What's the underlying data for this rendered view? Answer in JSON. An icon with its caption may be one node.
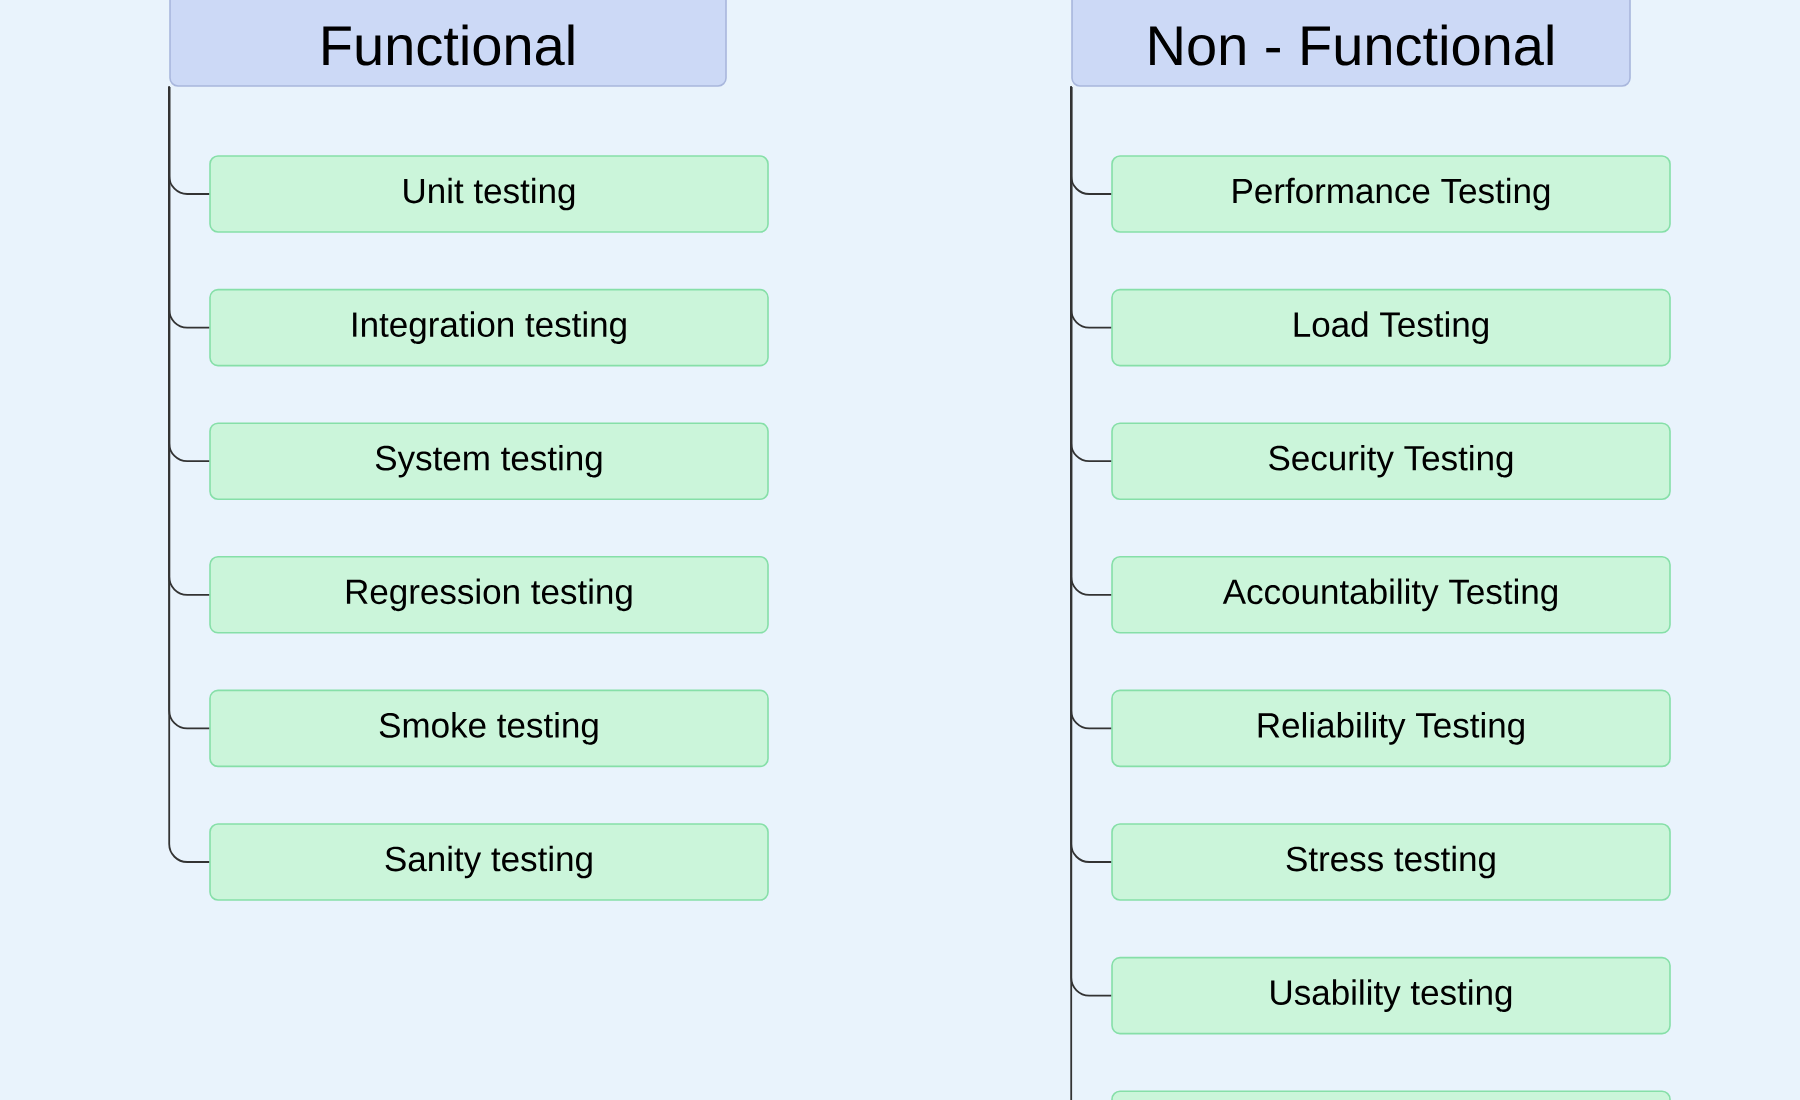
{
  "diagram": {
    "nodes": [
      {
        "text": [
          "Functional"
        ]
      },
      {
        "text": [
          "Unit testing"
        ]
      },
      {
        "text": [
          "Integration testing"
        ]
      },
      {
        "text": [
          "System testing"
        ]
      },
      {
        "text": [
          "Regression testing"
        ]
      },
      {
        "text": [
          "Smoke testing"
        ]
      },
      {
        "text": [
          "Sanity testing"
        ]
      },
      {
        "text": [
          "Non - Functional"
        ]
      },
      {
        "text": [
          "Performance Testing"
        ]
      },
      {
        "text": [
          "Load Testing"
        ]
      },
      {
        "text": [
          "Security Testing"
        ]
      },
      {
        "text": [
          "Accountability Testing"
        ]
      },
      {
        "text": [
          "Reliability Testing"
        ]
      },
      {
        "text": [
          "Stress testing"
        ]
      },
      {
        "text": [
          "Usability testing"
        ]
      },
      {
        "text": [],
        "shape": "box"
      }
    ],
    "edges": [
      {
        "from": 0,
        "to": 1,
        "arrow": "none"
      },
      {
        "from": 0,
        "to": 2,
        "arrow": "none"
      },
      {
        "from": 0,
        "to": 3,
        "arrow": "none"
      },
      {
        "from": 0,
        "to": 4,
        "arrow": "none"
      },
      {
        "from": 0,
        "to": 5,
        "arrow": "none"
      },
      {
        "from": 0,
        "to": 6,
        "arrow": "none"
      },
      {
        "from": 7,
        "to": 8,
        "arrow": "none"
      },
      {
        "from": 7,
        "to": 9,
        "arrow": "none"
      },
      {
        "from": 7,
        "to": 10,
        "arrow": "none"
      },
      {
        "from": 7,
        "to": 11,
        "arrow": "none"
      },
      {
        "from": 7,
        "to": 12,
        "arrow": "none"
      },
      {
        "from": 7,
        "to": 13,
        "arrow": "none"
      },
      {
        "from": 7,
        "to": 14,
        "arrow": "none"
      },
      {
        "from": 7,
        "to": 15,
        "arrow": "none"
      }
    ]
  }
}
